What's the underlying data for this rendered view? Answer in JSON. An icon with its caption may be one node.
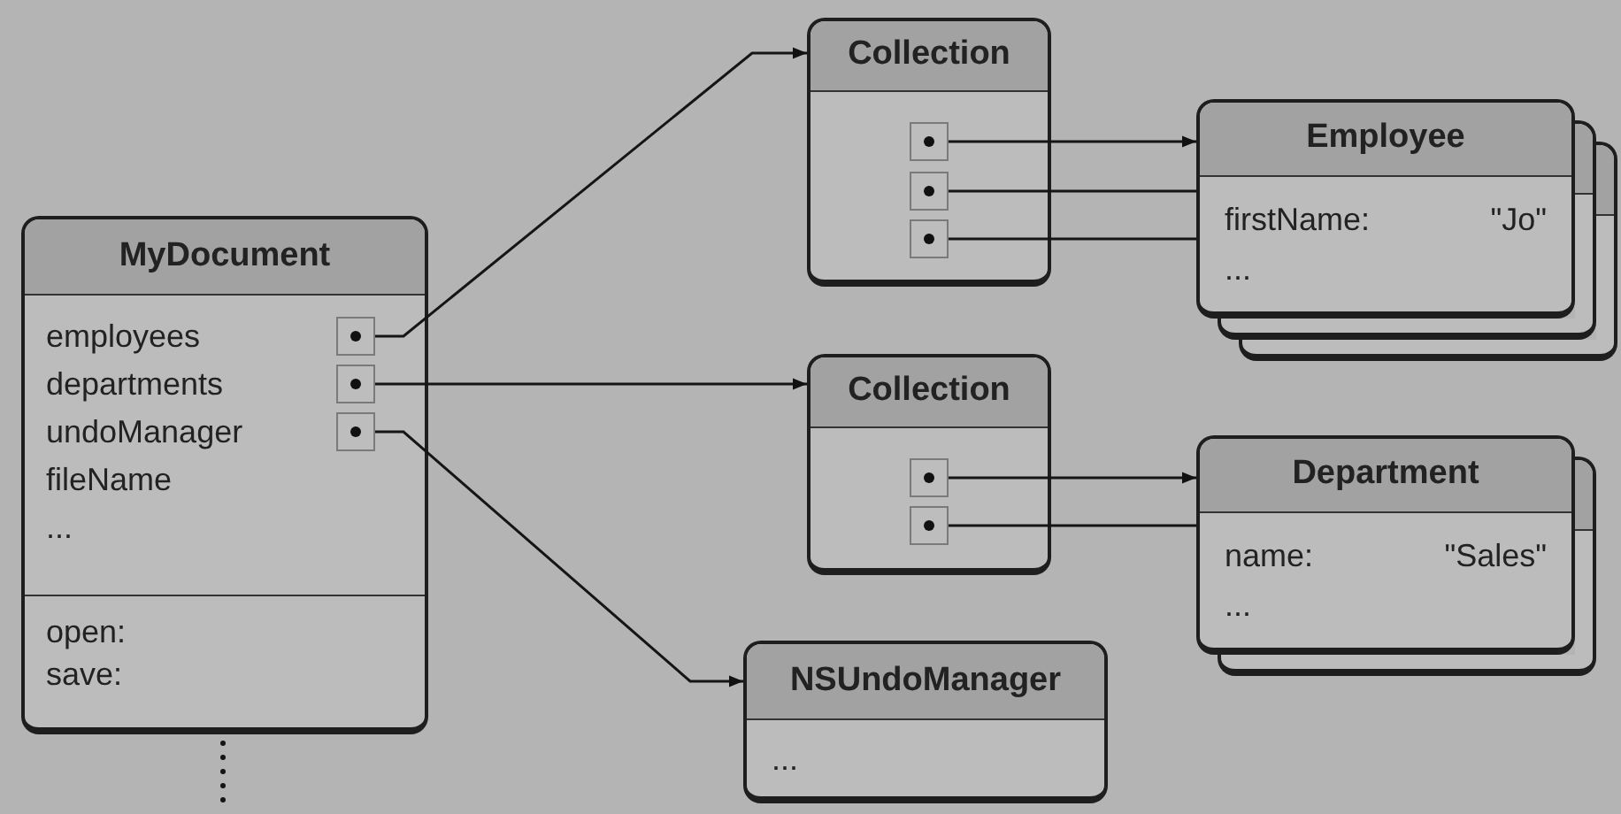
{
  "diagram": {
    "nodes": [
      {
        "text": [
          "MyDocument",
          "employees",
          "departments",
          "undoManager",
          "fileName",
          "...",
          "open:",
          "save:"
        ]
      },
      {
        "text": [],
        "shape": "box",
        "in": 0
      },
      {
        "text": [],
        "shape": "box",
        "in": 0
      },
      {
        "text": [],
        "shape": "box",
        "in": 0
      },
      {
        "text": [
          "Collection"
        ]
      },
      {
        "text": [],
        "shape": "box",
        "in": 4
      },
      {
        "text": [],
        "shape": "box",
        "in": 4
      },
      {
        "text": [],
        "shape": "box",
        "in": 4
      },
      {
        "text": [
          "Employee",
          "firstName:",
          "\"Jo\"",
          "..."
        ]
      },
      {
        "text": [
          "Collection"
        ]
      },
      {
        "text": [],
        "shape": "box",
        "in": 9
      },
      {
        "text": [],
        "shape": "box",
        "in": 9
      },
      {
        "text": [
          "Department",
          "name:",
          "\"Sales\"",
          "..."
        ]
      },
      {
        "text": [
          "NSUndoManager",
          "..."
        ]
      }
    ],
    "edges": [
      {
        "from": 1,
        "to": 4,
        "arrow": "to"
      },
      {
        "from": 2,
        "to": 9,
        "arrow": "to"
      },
      {
        "from": 3,
        "to": 13,
        "arrow": "to"
      },
      {
        "from": 5,
        "to": 8,
        "arrow": "to"
      },
      {
        "from": 6,
        "to": 8,
        "arrow": "none"
      },
      {
        "from": 7,
        "to": 8,
        "arrow": "none"
      },
      {
        "from": 10,
        "to": 12,
        "arrow": "to"
      },
      {
        "from": 11,
        "to": 12,
        "arrow": "none"
      },
      {
        "from": 0,
        "to": null,
        "arrow": "none",
        "style": "dashed"
      }
    ]
  }
}
